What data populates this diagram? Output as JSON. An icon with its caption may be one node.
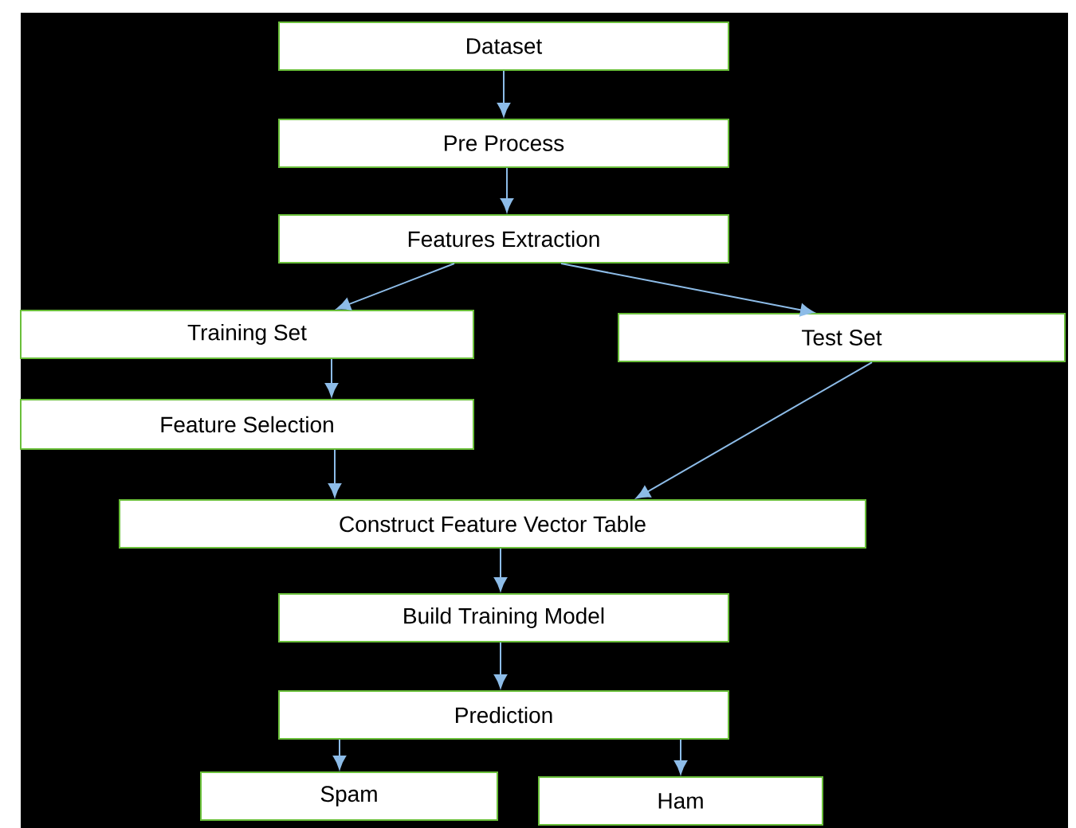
{
  "diagram": {
    "nodes": [
      {
        "text": [
          "Dataset"
        ]
      },
      {
        "text": [
          "Pre Process"
        ]
      },
      {
        "text": [
          "Features Extraction"
        ]
      },
      {
        "text": [
          "Training Set"
        ]
      },
      {
        "text": [
          "Test Set"
        ]
      },
      {
        "text": [
          "Feature Selection"
        ]
      },
      {
        "text": [
          "Construct Feature Vector Table"
        ]
      },
      {
        "text": [
          "Build Training Model"
        ]
      },
      {
        "text": [
          "Prediction"
        ]
      },
      {
        "text": [
          "Spam"
        ]
      },
      {
        "text": [
          "Ham"
        ]
      }
    ],
    "edges": [
      {
        "from": 0,
        "to": 1,
        "arrow": "to"
      },
      {
        "from": 1,
        "to": 2,
        "arrow": "to"
      },
      {
        "from": 2,
        "to": 3,
        "arrow": "to"
      },
      {
        "from": 2,
        "to": 4,
        "arrow": "to"
      },
      {
        "from": 3,
        "to": 5,
        "arrow": "to"
      },
      {
        "from": 5,
        "to": 6,
        "arrow": "to"
      },
      {
        "from": 4,
        "to": 6,
        "arrow": "to"
      },
      {
        "from": 6,
        "to": 7,
        "arrow": "to"
      },
      {
        "from": 7,
        "to": 8,
        "arrow": "to"
      },
      {
        "from": 8,
        "to": 9,
        "arrow": "to"
      },
      {
        "from": 8,
        "to": 10,
        "arrow": "to"
      }
    ]
  }
}
